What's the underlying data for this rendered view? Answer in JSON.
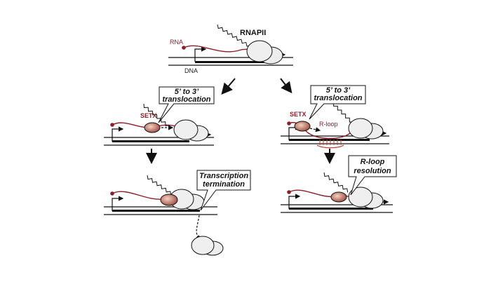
{
  "labels": {
    "rna": "RNA",
    "dna": "DNA",
    "rnapii": "RNAPII",
    "setx": "SETX",
    "r_loop": "R-loop"
  },
  "callouts": {
    "translocation_left": [
      "5’ to 3’",
      "translocation"
    ],
    "translocation_right": [
      "5’ to 3’",
      "translocation"
    ],
    "termination": [
      "Transcription",
      "termination"
    ],
    "resolution": [
      "R-loop",
      "resolution"
    ]
  },
  "colors": {
    "rna": "#8b1e2a",
    "setx": "#c98a6e",
    "polymerase": "#efefef",
    "outline": "#111111"
  }
}
